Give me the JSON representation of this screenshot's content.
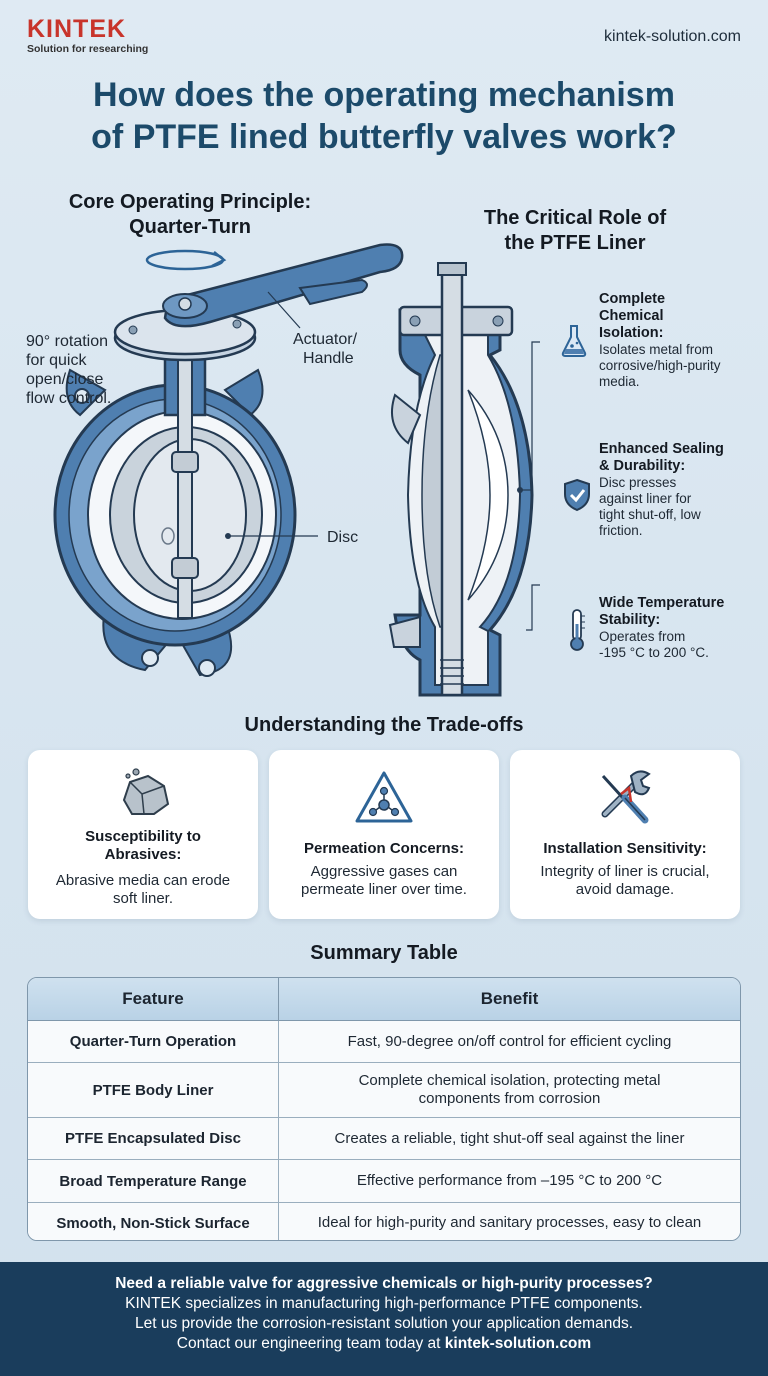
{
  "brand": {
    "name": "KINTEK",
    "tagline": "Solution for researching"
  },
  "site": "kintek-solution.com",
  "title": {
    "line1": "How does the operating mechanism",
    "line2": "of PTFE lined butterfly valves work?"
  },
  "left_section": {
    "heading_line1": "Core Operating Principle:",
    "heading_line2": "Quarter-Turn",
    "rotation_label": [
      "90° rotation",
      "for quick",
      "open/close",
      "flow control."
    ],
    "actuator_label": [
      "Actuator/",
      "Handle"
    ],
    "disc_label": "Disc"
  },
  "right_section": {
    "heading_line1": "The Critical Role of",
    "heading_line2": "the PTFE Liner",
    "features": [
      {
        "title": [
          "Complete",
          "Chemical",
          "Isolation:"
        ],
        "text": [
          "Isolates metal from",
          "corrosive/high-purity",
          "media."
        ],
        "icon": "flask-icon"
      },
      {
        "title": [
          "Enhanced Sealing",
          "& Durability:"
        ],
        "text": [
          "Disc presses",
          "against liner for",
          "tight shut-off, low",
          "friction."
        ],
        "icon": "shield-check-icon"
      },
      {
        "title": [
          "Wide Temperature",
          "Stability:"
        ],
        "text": [
          "Operates from",
          "-195 °C to 200 °C."
        ],
        "icon": "thermometer-icon"
      }
    ]
  },
  "tradeoffs": {
    "heading": "Understanding the Trade-offs",
    "cards": [
      {
        "title": [
          "Susceptibility to",
          "Abrasives:"
        ],
        "text": [
          "Abrasive media can erode",
          "soft liner."
        ],
        "icon": "rock-icon"
      },
      {
        "title": [
          "Permeation Concerns:"
        ],
        "text": [
          "Aggressive gases can",
          "permeate liner over time."
        ],
        "icon": "warning-molecule-icon"
      },
      {
        "title": [
          "Installation Sensitivity:"
        ],
        "text": [
          "Integrity of liner is crucial,",
          "avoid damage."
        ],
        "icon": "wrench-screwdriver-icon"
      }
    ]
  },
  "summary": {
    "heading": "Summary Table",
    "columns": [
      "Feature",
      "Benefit"
    ],
    "rows": [
      {
        "feature": "Quarter-Turn Operation",
        "benefit": [
          "Fast, 90-degree on/off control for efficient cycling"
        ]
      },
      {
        "feature": "PTFE Body Liner",
        "benefit": [
          "Complete chemical isolation, protecting metal",
          "components from corrosion"
        ]
      },
      {
        "feature": "PTFE Encapsulated Disc",
        "benefit": [
          "Creates a reliable, tight shut-off seal against the liner"
        ]
      },
      {
        "feature": "Broad Temperature Range",
        "benefit": [
          "Effective performance from –195 °C to 200 °C"
        ]
      },
      {
        "feature": "Smooth, Non-Stick Surface",
        "benefit": [
          "Ideal for high-purity and sanitary processes, easy to clean"
        ]
      }
    ]
  },
  "footer": {
    "line1": "Need a reliable valve for aggressive chemicals or high-purity processes?",
    "line2": "KINTEK specializes in manufacturing high-performance PTFE components.",
    "line3": "Let us provide the corrosion-resistant solution your application demands.",
    "line4_prefix": "Contact our engineering team today at ",
    "line4_link": "kintek-solution.com"
  },
  "colors": {
    "brand_red": "#c8342b",
    "title_blue": "#1c4a6a",
    "valve_blue": "#4f7fb0",
    "footer_bg": "#1a3d5c"
  }
}
